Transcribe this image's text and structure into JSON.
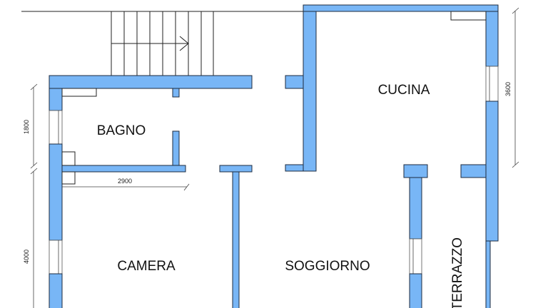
{
  "rooms": {
    "bagno": "BAGNO",
    "cucina": "CUCINA",
    "camera": "CAMERA",
    "soggiorno": "SOGGIORNO",
    "terrazzo": "TERRAZZO"
  },
  "dimensions": {
    "bagno_height": "1800",
    "camera_height": "4000",
    "bagno_width": "2900",
    "cucina_height": "3600"
  },
  "colors": {
    "wall": "#78b6f6",
    "outline": "#1d2b3f"
  }
}
